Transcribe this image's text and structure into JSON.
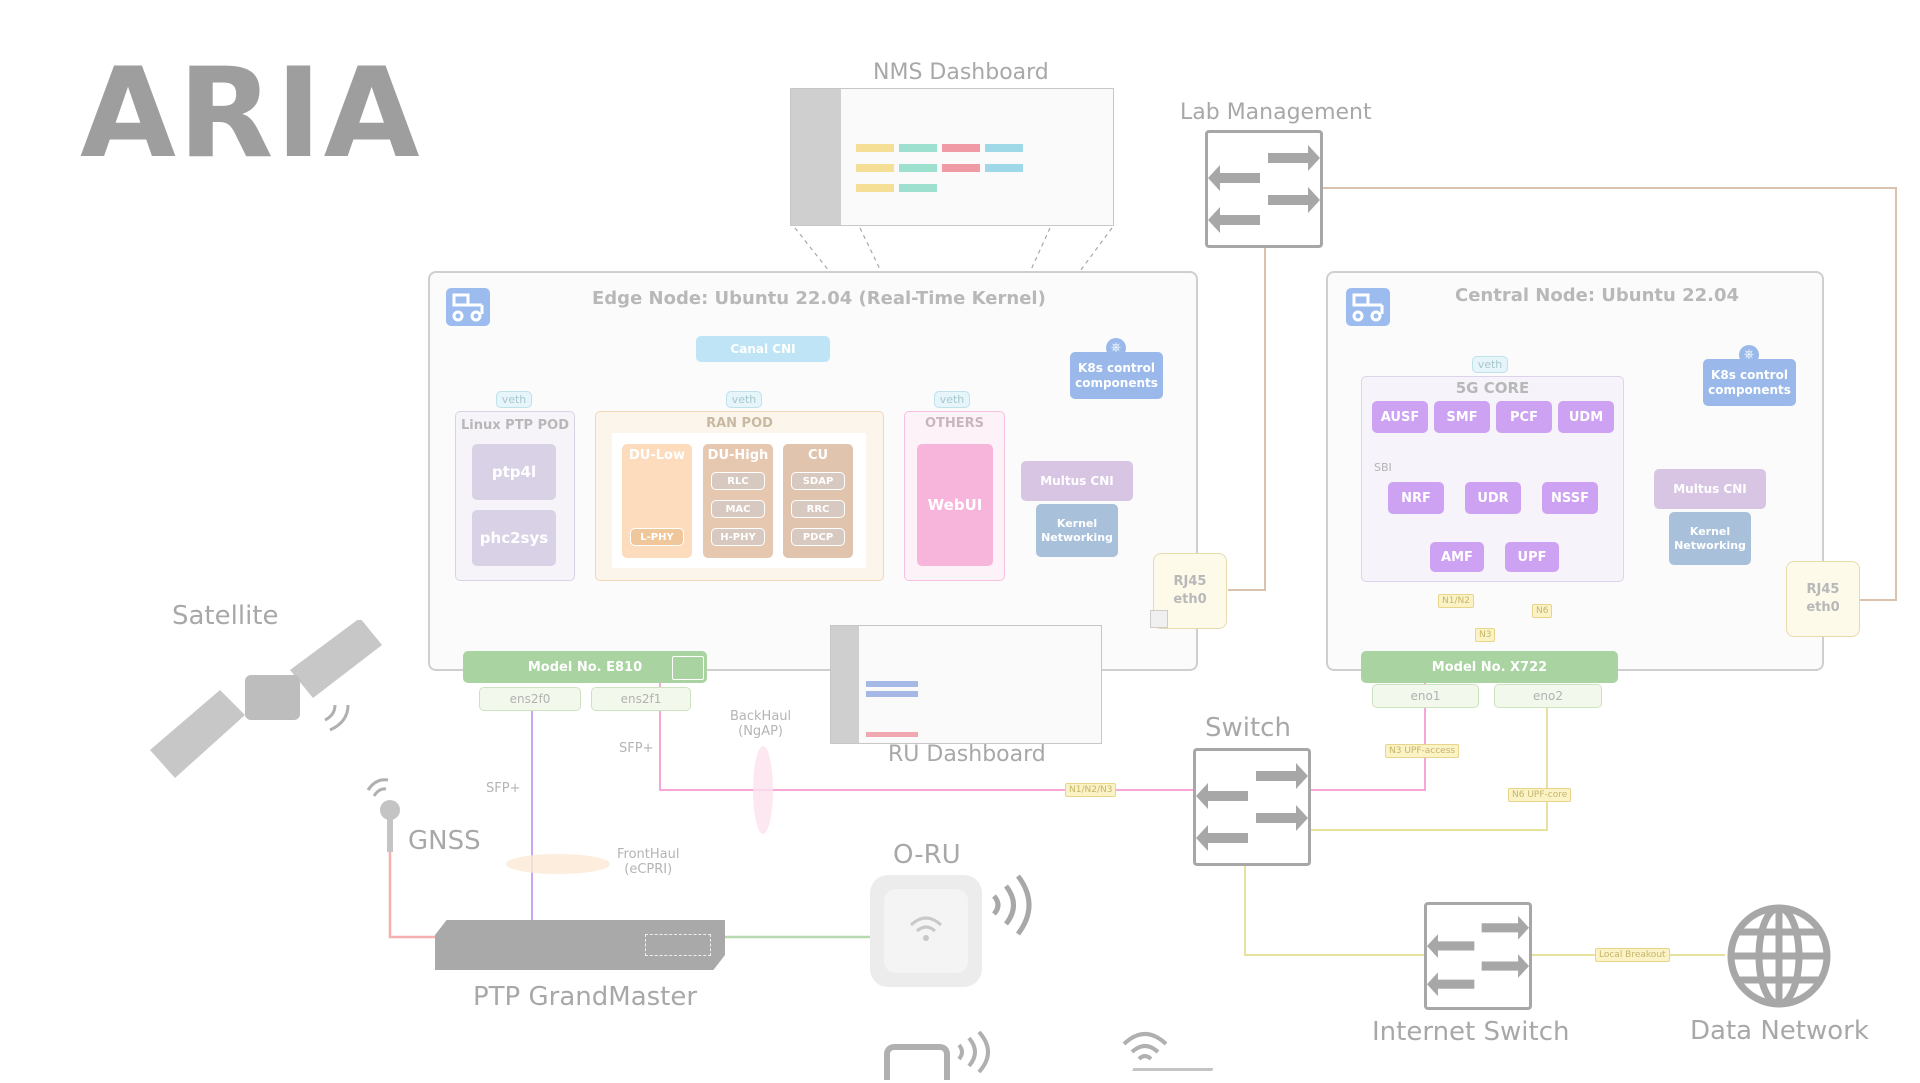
{
  "title": "ARIA",
  "labels": {
    "nms_dashboard": "NMS Dashboard",
    "lab_management": "Lab Management",
    "satellite": "Satellite",
    "gnss": "GNSS",
    "ptp_grandmaster": "PTP GrandMaster",
    "o_ru": "O-RU",
    "ru_dashboard": "RU Dashboard",
    "switch": "Switch",
    "internet_switch": "Internet Switch",
    "data_network": "Data Network",
    "sfp_plus_a": "SFP+",
    "sfp_plus_b": "SFP+",
    "backhaul": "BackHaul\n(NgAP)",
    "fronthaul": "FrontHaul\n(eCPRI)"
  },
  "edge_node": {
    "title": "Edge Node: Ubuntu 22.04 (Real-Time Kernel)",
    "canal_cni": "Canal CNI",
    "veth": "veth",
    "linux_ptp_pod": "Linux PTP POD",
    "ptp4l": "ptp4l",
    "phc2sys": "phc2sys",
    "ran_pod": "RAN POD",
    "du_low": "DU-Low",
    "l_phy": "L-PHY",
    "du_high": "DU-High",
    "rlc": "RLC",
    "mac": "MAC",
    "h_phy": "H-PHY",
    "cu": "CU",
    "sdap": "SDAP",
    "rrc": "RRC",
    "pdcp": "PDCP",
    "others": "OTHERS",
    "webui": "WebUI",
    "k8s": "K8s control\ncomponents",
    "multus": "Multus CNI",
    "kernel": "Kernel\nNetworking",
    "rj45": "RJ45\neth0",
    "nic_model": "Model No. E810",
    "port1": "ens2f0",
    "port2": "ens2f1"
  },
  "central_node": {
    "title": "Central Node: Ubuntu 22.04",
    "veth": "veth",
    "core": "5G CORE",
    "ausf": "AUSF",
    "smf": "SMF",
    "pcf": "PCF",
    "udm": "UDM",
    "nrf": "NRF",
    "udr": "UDR",
    "nssf": "NSSF",
    "amf": "AMF",
    "upf": "UPF",
    "sbi": "SBI",
    "k8s": "K8s control\ncomponents",
    "multus": "Multus CNI",
    "kernel": "Kernel\nNetworking",
    "rj45": "RJ45\neth0",
    "nic_model": "Model No. X722",
    "port1": "eno1",
    "port2": "eno2"
  },
  "tags": {
    "n1n2": "N1/N2",
    "n3": "N3",
    "n6": "N6",
    "n3_upf": "N3 UPF-access",
    "n6_upf": "N6 UPF-core",
    "n1n2n3": "N1/N2/N3",
    "local_breakout": "Local Breakout"
  },
  "colors": {
    "pink_link": "#f6a7d8",
    "purple_link": "#c9a6f3",
    "green_link": "#b8d9b0",
    "tan_link": "#d9c3ae",
    "yellow_link": "#e6e19c",
    "orange_link": "#f6c59e",
    "blue_link": "#b4b9f0"
  }
}
